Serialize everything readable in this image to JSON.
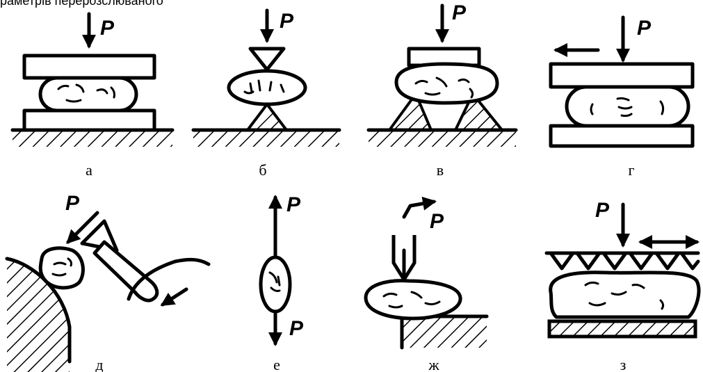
{
  "header": {
    "text": "раметрів перерозслюваного"
  },
  "force_label": "P",
  "panels": [
    {
      "id": "a",
      "caption": "а"
    },
    {
      "id": "b",
      "caption": "б"
    },
    {
      "id": "v",
      "caption": "в"
    },
    {
      "id": "g",
      "caption": "г"
    },
    {
      "id": "d",
      "caption": "д"
    },
    {
      "id": "e",
      "caption": "е"
    },
    {
      "id": "zh",
      "caption": "ж"
    },
    {
      "id": "z",
      "caption": "з"
    }
  ]
}
